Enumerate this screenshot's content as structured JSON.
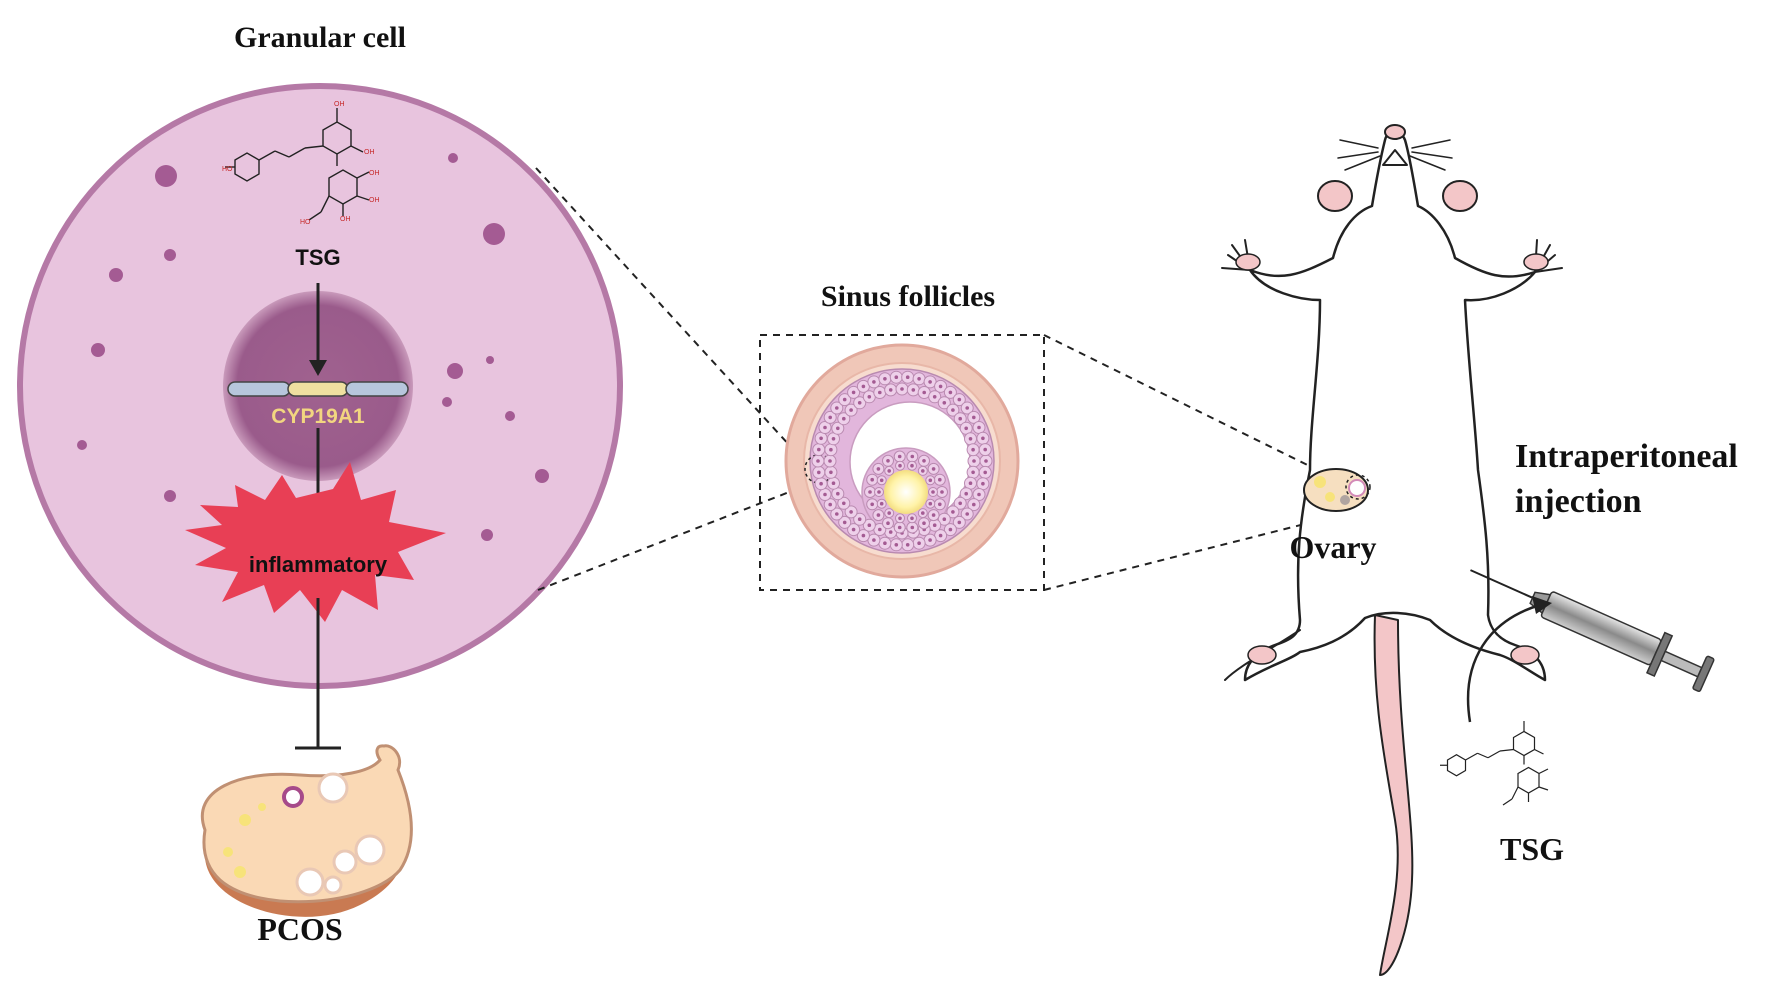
{
  "labels": {
    "granular_cell": "Granular cell",
    "tsg_cell": "TSG",
    "cyp": "CYP19A1",
    "inflammatory": "inflammatory",
    "pcos": "PCOS",
    "sinus_follicles": "Sinus follicles",
    "ovary": "Ovary",
    "injection_line1": "Intraperitoneal",
    "injection_line2": "injection",
    "tsg_rat": "TSG"
  },
  "colors": {
    "cell_fill": "#e8c4de",
    "cell_border": "#b579a6",
    "nucleus": "#9c5f8e",
    "spot": "#a45b93",
    "burst": "#e83f55",
    "cyp_text": "#f2d680",
    "gene_blue": "#b7c6dc",
    "gene_yellow": "#efe0a0",
    "follicle_outer": "#f0c7b8",
    "follicle_cells": "#e2b6dc",
    "oocyte": "#fff4b8",
    "pcos_body": "#fad9b5",
    "pcos_base": "#c97a52",
    "rat_pink": "#f3c6c8"
  },
  "icons": {
    "tsg_structure": "chemical-structure-icon",
    "rat": "rat-icon",
    "syringe": "syringe-icon",
    "ovary": "ovary-icon"
  }
}
